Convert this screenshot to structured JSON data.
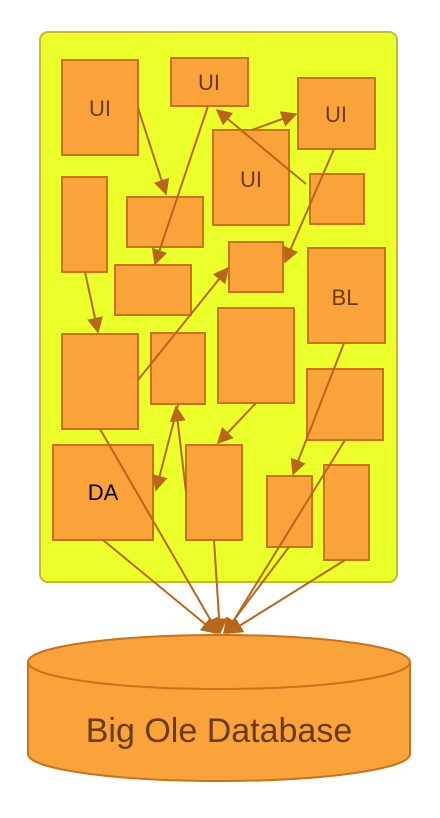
{
  "labels": {
    "ui1": "UI",
    "ui2": "UI",
    "ui3": "UI",
    "ui4": "UI",
    "bl": "BL",
    "da": "DA"
  },
  "database": {
    "label": "Big Ole Database"
  },
  "colors": {
    "container_fill": "#ebff2b",
    "box_fill": "#fba33b",
    "box_stroke": "#c8721d",
    "arrow": "#b8661a",
    "label_text": "#6b3b16"
  }
}
